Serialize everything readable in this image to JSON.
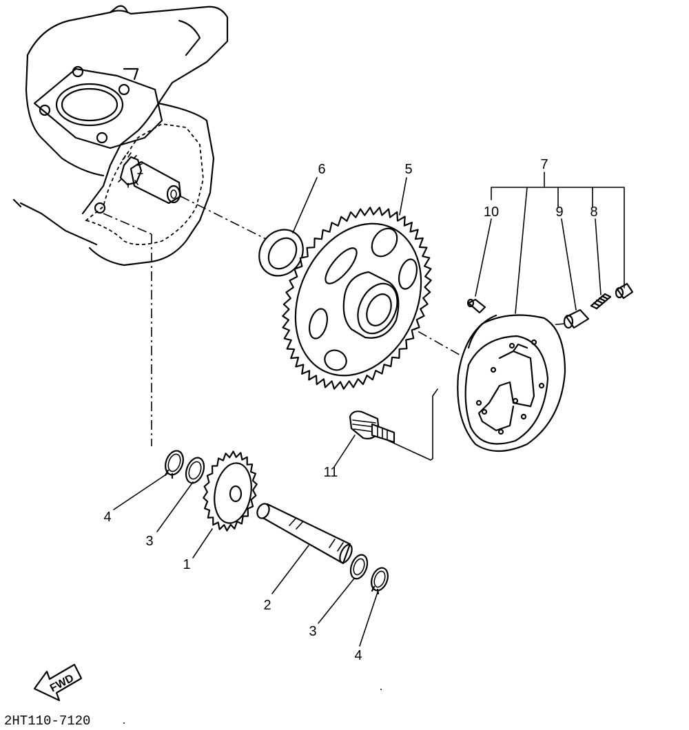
{
  "callouts": {
    "p1": "1",
    "p2": "2",
    "p3a": "3",
    "p3b": "3",
    "p4a": "4",
    "p4b": "4",
    "p5": "5",
    "p6": "6",
    "p7": "7",
    "p8": "8",
    "p9": "9",
    "p10": "10",
    "p11": "11"
  },
  "fwd_label": "FWD",
  "diagram_code": "2HT110-7120"
}
